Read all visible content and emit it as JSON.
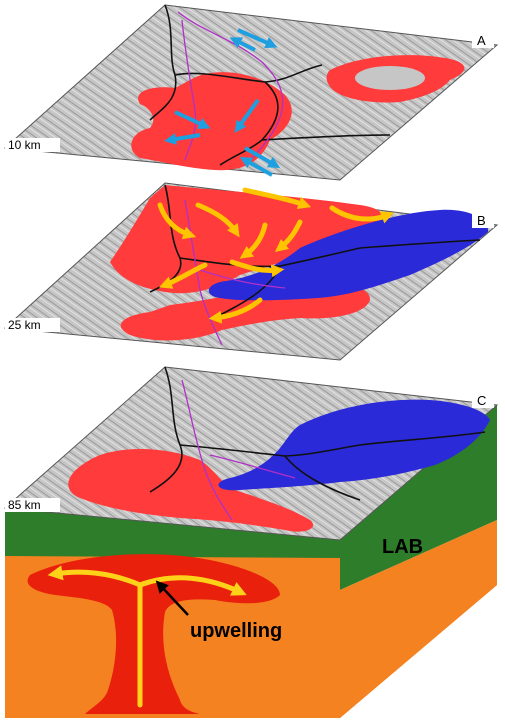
{
  "panels": [
    {
      "letter": "A",
      "depth": "10 km"
    },
    {
      "letter": "B",
      "depth": "25 km"
    },
    {
      "letter": "C",
      "depth": "85 km"
    }
  ],
  "block_labels": {
    "lab": "LAB",
    "upwelling": "upwelling"
  },
  "colors": {
    "relief_gray": "#c2c2c2",
    "slow_anomaly_red": "#ff3b3b",
    "fast_anomaly_blue": "#2a2ad8",
    "flow_arrow_blue": "#1e9fe0",
    "flow_arrow_yellow": "#ffc400",
    "fault_black": "#111111",
    "boundary_purple": "#b030c8",
    "lithosphere_green": "#2e7d2a",
    "asthenosphere_orange": "#f58220",
    "plume_red": "#e8200c",
    "plume_core_yellow": "#ffd21a"
  }
}
